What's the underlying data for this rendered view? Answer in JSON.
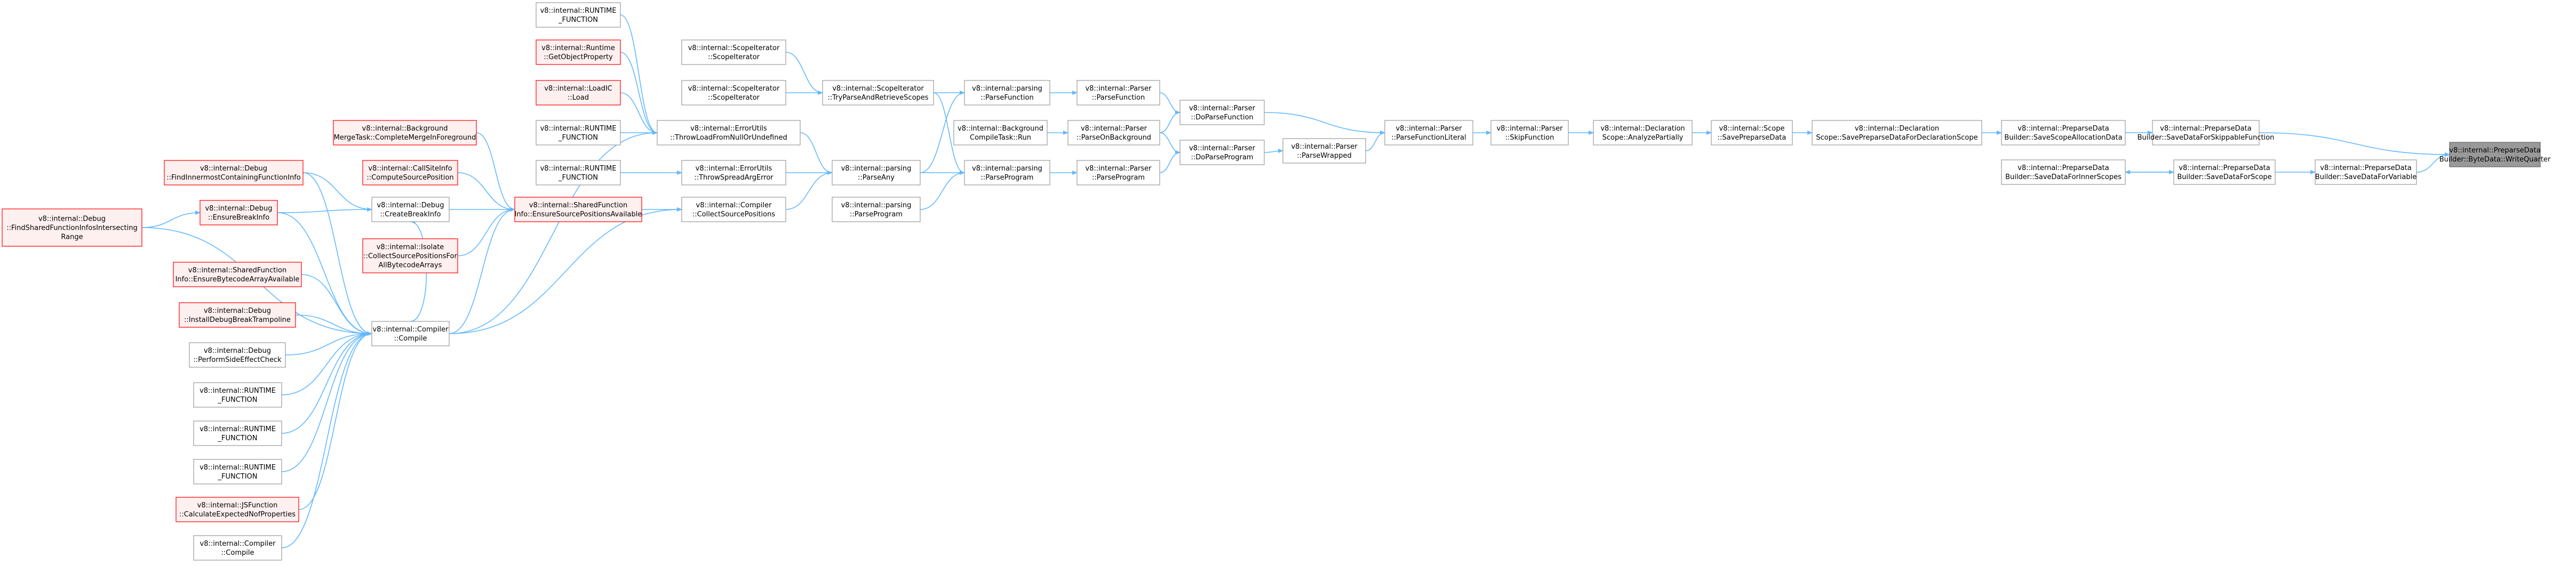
{
  "colors": {
    "normal_fill": "#ffffff",
    "normal_stroke": "#999999",
    "truncated_fill": "#fff0f0",
    "truncated_stroke": "#ff0000",
    "root_fill": "#999999",
    "root_stroke": "#666666",
    "edge": "#63b8ff"
  },
  "nodes": [
    {
      "id": "root",
      "style": "root",
      "lines": [
        "v8::internal::PreparseData",
        "Builder::ByteData::WriteQuarter"
      ]
    },
    {
      "id": "saveSkippable",
      "style": "normal",
      "lines": [
        "v8::internal::PreparseData",
        "Builder::SaveDataForSkippableFunction"
      ]
    },
    {
      "id": "saveVariable",
      "style": "normal",
      "lines": [
        "v8::internal::PreparseData",
        "Builder::SaveDataForVariable"
      ]
    },
    {
      "id": "saveScopeAlloc",
      "style": "normal",
      "lines": [
        "v8::internal::PreparseData",
        "Builder::SaveScopeAllocationData"
      ]
    },
    {
      "id": "saveForScope",
      "style": "normal",
      "lines": [
        "v8::internal::PreparseData",
        "Builder::SaveDataForScope"
      ]
    },
    {
      "id": "saveInner",
      "style": "normal",
      "lines": [
        "v8::internal::PreparseData",
        "Builder::SaveDataForInnerScopes"
      ]
    },
    {
      "id": "declSave",
      "style": "normal",
      "lines": [
        "v8::internal::Declaration",
        "Scope::SavePreparseDataForDeclarationScope"
      ]
    },
    {
      "id": "scopeSave",
      "style": "normal",
      "lines": [
        "v8::internal::Scope",
        "::SavePreparseData"
      ]
    },
    {
      "id": "declAnalyze",
      "style": "normal",
      "lines": [
        "v8::internal::Declaration",
        "Scope::AnalyzePartially"
      ]
    },
    {
      "id": "skipFn",
      "style": "normal",
      "lines": [
        "v8::internal::Parser",
        "::SkipFunction"
      ]
    },
    {
      "id": "parseFnLit",
      "style": "normal",
      "lines": [
        "v8::internal::Parser",
        "::ParseFunctionLiteral"
      ]
    },
    {
      "id": "doParseFn",
      "style": "normal",
      "lines": [
        "v8::internal::Parser",
        "::DoParseFunction"
      ]
    },
    {
      "id": "parseWrapped",
      "style": "normal",
      "lines": [
        "v8::internal::Parser",
        "::ParseWrapped"
      ]
    },
    {
      "id": "parserParseFn",
      "style": "normal",
      "lines": [
        "v8::internal::Parser",
        "::ParseFunction"
      ]
    },
    {
      "id": "parseOnBg",
      "style": "normal",
      "lines": [
        "v8::internal::Parser",
        "::ParseOnBackground"
      ]
    },
    {
      "id": "doParseProg",
      "style": "normal",
      "lines": [
        "v8::internal::Parser",
        "::DoParseProgram"
      ]
    },
    {
      "id": "parserParseProg",
      "style": "normal",
      "lines": [
        "v8::internal::Parser",
        "::ParseProgram"
      ]
    },
    {
      "id": "parsingParseFn",
      "style": "normal",
      "lines": [
        "v8::internal::parsing",
        "::ParseFunction"
      ]
    },
    {
      "id": "bgCompileRun",
      "style": "normal",
      "lines": [
        "v8::internal::Background",
        "CompileTask::Run"
      ]
    },
    {
      "id": "parsingParseProg",
      "style": "normal",
      "lines": [
        "v8::internal::parsing",
        "::ParseProgram"
      ]
    },
    {
      "id": "tryParse",
      "style": "normal",
      "lines": [
        "v8::internal::ScopeIterator",
        "::TryParseAndRetrieveScopes"
      ]
    },
    {
      "id": "parseAny",
      "style": "normal",
      "lines": [
        "v8::internal::parsing",
        "::ParseAny"
      ]
    },
    {
      "id": "parsingParseProg2",
      "style": "normal",
      "lines": [
        "v8::internal::parsing",
        "::ParseProgram"
      ]
    },
    {
      "id": "scopeIter1",
      "style": "normal",
      "lines": [
        "v8::internal::ScopeIterator",
        "::ScopeIterator"
      ]
    },
    {
      "id": "scopeIter2",
      "style": "normal",
      "lines": [
        "v8::internal::ScopeIterator",
        "::ScopeIterator"
      ]
    },
    {
      "id": "throwLoad",
      "style": "normal",
      "lines": [
        "v8::internal::ErrorUtils",
        "::ThrowLoadFromNullOrUndefined"
      ]
    },
    {
      "id": "throwSpread",
      "style": "normal",
      "lines": [
        "v8::internal::ErrorUtils",
        "::ThrowSpreadArgError"
      ]
    },
    {
      "id": "collectSrcPos",
      "style": "normal",
      "lines": [
        "v8::internal::Compiler",
        "::CollectSourcePositions"
      ]
    },
    {
      "id": "rtFnA",
      "style": "normal",
      "lines": [
        "v8::internal::RUNTIME",
        "_FUNCTION"
      ]
    },
    {
      "id": "getObjProp",
      "style": "truncated",
      "lines": [
        "v8::internal::Runtime",
        "::GetObjectProperty"
      ]
    },
    {
      "id": "loadIC",
      "style": "truncated",
      "lines": [
        "v8::internal::LoadIC",
        "::Load"
      ]
    },
    {
      "id": "rtFnB",
      "style": "normal",
      "lines": [
        "v8::internal::RUNTIME",
        "_FUNCTION"
      ]
    },
    {
      "id": "rtFnC",
      "style": "normal",
      "lines": [
        "v8::internal::RUNTIME",
        "_FUNCTION"
      ]
    },
    {
      "id": "ensureSrcPos",
      "style": "truncated",
      "lines": [
        "v8::internal::SharedFunction",
        "Info::EnsureSourcePositionsAvailable"
      ]
    },
    {
      "id": "bgMerge",
      "style": "truncated",
      "lines": [
        "v8::internal::Background",
        "MergeTask::CompleteMergeInForeground"
      ]
    },
    {
      "id": "callSite",
      "style": "truncated",
      "lines": [
        "v8::internal::CallSiteInfo",
        "::ComputeSourcePosition"
      ]
    },
    {
      "id": "isolateCollect",
      "style": "truncated",
      "lines": [
        "v8::internal::Isolate",
        "::CollectSourcePositionsFor",
        "AllBytecodeArrays"
      ]
    },
    {
      "id": "createBreak",
      "style": "normal",
      "lines": [
        "v8::internal::Debug",
        "::CreateBreakInfo"
      ]
    },
    {
      "id": "compilerCompile",
      "style": "normal",
      "lines": [
        "v8::internal::Compiler",
        "::Compile"
      ]
    },
    {
      "id": "findInner",
      "style": "truncated",
      "lines": [
        "v8::internal::Debug",
        "::FindInnermostContainingFunctionInfo"
      ]
    },
    {
      "id": "ensureBreak",
      "style": "truncated",
      "lines": [
        "v8::internal::Debug",
        "::EnsureBreakInfo"
      ]
    },
    {
      "id": "findShared",
      "style": "truncated",
      "lines": [
        "v8::internal::Debug",
        "::FindSharedFunctionInfosIntersecting",
        "Range"
      ]
    },
    {
      "id": "ensureBytecode",
      "style": "truncated",
      "lines": [
        "v8::internal::SharedFunction",
        "Info::EnsureBytecodeArrayAvailable"
      ]
    },
    {
      "id": "installTramp",
      "style": "truncated",
      "lines": [
        "v8::internal::Debug",
        "::InstallDebugBreakTrampoline"
      ]
    },
    {
      "id": "performSide",
      "style": "normal",
      "lines": [
        "v8::internal::Debug",
        "::PerformSideEffectCheck"
      ]
    },
    {
      "id": "rtFnD",
      "style": "normal",
      "lines": [
        "v8::internal::RUNTIME",
        "_FUNCTION"
      ]
    },
    {
      "id": "rtFnE",
      "style": "normal",
      "lines": [
        "v8::internal::RUNTIME",
        "_FUNCTION"
      ]
    },
    {
      "id": "rtFnF",
      "style": "normal",
      "lines": [
        "v8::internal::RUNTIME",
        "_FUNCTION"
      ]
    },
    {
      "id": "jsFnCalc",
      "style": "truncated",
      "lines": [
        "v8::internal::JSFunction",
        "::CalculateExpectedNofProperties"
      ]
    },
    {
      "id": "compilerCompile2",
      "style": "normal",
      "lines": [
        "v8::internal::Compiler",
        "::Compile"
      ]
    }
  ],
  "edges": [
    [
      "saveSkippable",
      "root"
    ],
    [
      "saveVariable",
      "root"
    ],
    [
      "saveScopeAlloc",
      "saveSkippable"
    ],
    [
      "saveForScope",
      "saveVariable"
    ],
    [
      "saveForScope",
      "saveInner"
    ],
    [
      "saveInner",
      "saveForScope"
    ],
    [
      "declSave",
      "saveScopeAlloc"
    ],
    [
      "scopeSave",
      "declSave"
    ],
    [
      "declAnalyze",
      "scopeSave"
    ],
    [
      "skipFn",
      "declAnalyze"
    ],
    [
      "parseFnLit",
      "skipFn"
    ],
    [
      "doParseFn",
      "parseFnLit"
    ],
    [
      "parseWrapped",
      "parseFnLit"
    ],
    [
      "parserParseFn",
      "doParseFn"
    ],
    [
      "parseOnBg",
      "doParseFn"
    ],
    [
      "doParseProg",
      "parseWrapped"
    ],
    [
      "parseOnBg",
      "doParseProg"
    ],
    [
      "parserParseProg",
      "doParseProg"
    ],
    [
      "parsingParseFn",
      "parserParseFn"
    ],
    [
      "bgCompileRun",
      "parseOnBg"
    ],
    [
      "parsingParseProg",
      "parserParseProg"
    ],
    [
      "tryParse",
      "parsingParseFn"
    ],
    [
      "tryParse",
      "parsingParseProg"
    ],
    [
      "parseAny",
      "parsingParseFn"
    ],
    [
      "parseAny",
      "parsingParseProg"
    ],
    [
      "parsingParseProg2",
      "parsingParseProg"
    ],
    [
      "scopeIter1",
      "tryParse"
    ],
    [
      "scopeIter2",
      "tryParse"
    ],
    [
      "throwLoad",
      "parseAny"
    ],
    [
      "throwSpread",
      "parseAny"
    ],
    [
      "collectSrcPos",
      "parseAny"
    ],
    [
      "rtFnA",
      "throwLoad"
    ],
    [
      "getObjProp",
      "throwLoad"
    ],
    [
      "loadIC",
      "throwLoad"
    ],
    [
      "rtFnB",
      "throwLoad"
    ],
    [
      "rtFnC",
      "throwSpread"
    ],
    [
      "ensureSrcPos",
      "collectSrcPos"
    ],
    [
      "bgMerge",
      "ensureSrcPos"
    ],
    [
      "callSite",
      "ensureSrcPos"
    ],
    [
      "isolateCollect",
      "ensureSrcPos"
    ],
    [
      "createBreak",
      "ensureSrcPos"
    ],
    [
      "findInner",
      "createBreak"
    ],
    [
      "ensureBreak",
      "createBreak"
    ],
    [
      "findShared",
      "ensureBreak"
    ],
    [
      "compilerCompile",
      "collectSrcPos"
    ],
    [
      "compilerCompile",
      "throwLoad"
    ],
    [
      "compilerCompile",
      "ensureSrcPos"
    ],
    [
      "compilerCompile",
      "createBreak"
    ],
    [
      "findInner",
      "compilerCompile"
    ],
    [
      "ensureBreak",
      "compilerCompile"
    ],
    [
      "findShared",
      "compilerCompile"
    ],
    [
      "ensureBytecode",
      "compilerCompile"
    ],
    [
      "installTramp",
      "compilerCompile"
    ],
    [
      "performSide",
      "compilerCompile"
    ],
    [
      "rtFnD",
      "compilerCompile"
    ],
    [
      "rtFnE",
      "compilerCompile"
    ],
    [
      "rtFnF",
      "compilerCompile"
    ],
    [
      "jsFnCalc",
      "compilerCompile"
    ],
    [
      "compilerCompile2",
      "compilerCompile"
    ]
  ]
}
